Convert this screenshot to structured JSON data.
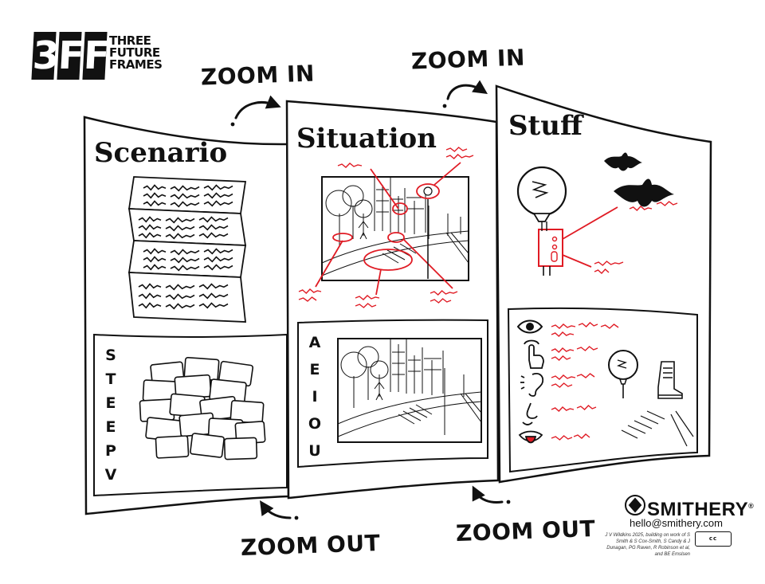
{
  "logo": {
    "letters": [
      "3",
      "F",
      "F"
    ],
    "lines": [
      "THREE",
      "FUTURE",
      "FRAMES"
    ]
  },
  "arrows": {
    "zoom_in_1": "ZOOM IN",
    "zoom_in_2": "ZOOM IN",
    "zoom_out_1": "ZOOM OUT",
    "zoom_out_2": "ZOOM OUT"
  },
  "panels": {
    "scenario": {
      "title": "Scenario",
      "letters": [
        "S",
        "T",
        "E",
        "E",
        "P",
        "V"
      ]
    },
    "situation": {
      "title": "Situation",
      "letters": [
        "A",
        "E",
        "I",
        "O",
        "U"
      ]
    },
    "stuff": {
      "title": "Stuff"
    }
  },
  "branding": {
    "name": "SMITHERY",
    "trademark": "®",
    "email": "hello@smithery.com",
    "credit": "J V Wildkins 2025, building on work of S Smith & S Cox-Smith, S Candy & J Dunagan, PG Raven, R Robinson et al, and BE Emslsen",
    "license": "cc"
  },
  "colors": {
    "ink": "#111111",
    "annotation": "#e01b24"
  },
  "icons": [
    "eye-icon",
    "touch-icon",
    "ear-icon",
    "nose-icon",
    "mouth-icon",
    "bat-icon",
    "balloon-icon",
    "boot-icon"
  ]
}
